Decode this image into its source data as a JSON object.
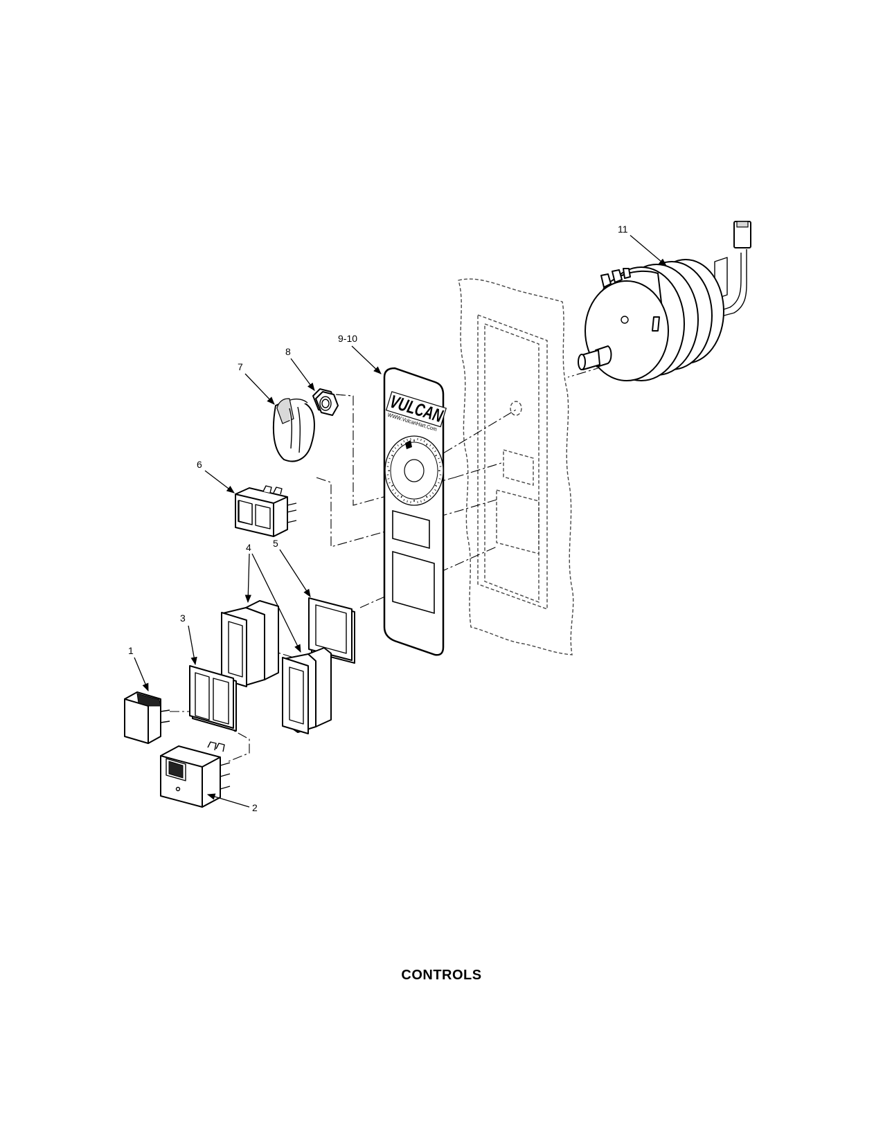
{
  "caption": "CONTROLS",
  "callouts": {
    "c1": "1",
    "c2": "2",
    "c3": "3",
    "c4": "4",
    "c5": "5",
    "c6": "6",
    "c7": "7",
    "c8": "8",
    "c9_10": "9-10",
    "c11": "11"
  },
  "faceplate": {
    "brand": "VULCAN",
    "url": "WWW.VulcanHart.Com"
  }
}
